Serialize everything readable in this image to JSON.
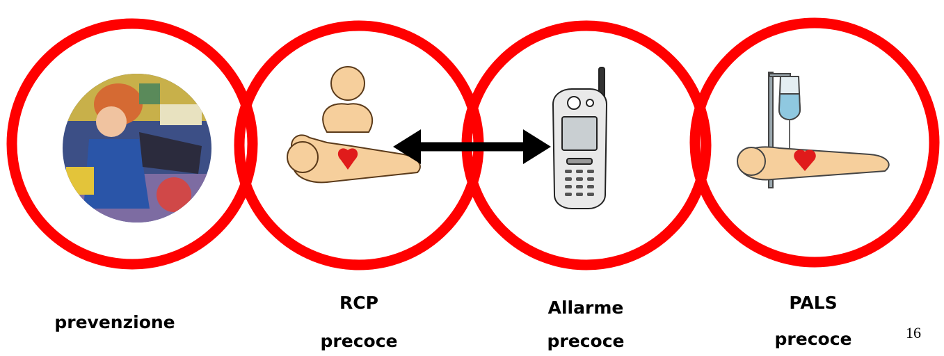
{
  "colors": {
    "ring": "#ff0000",
    "arrow": "#000000",
    "skin": "#f6cf9c",
    "heart": "#e01b1b",
    "phone_body": "#e9e9e9",
    "phone_screen": "#c9cfd2",
    "iv_fluid": "#8fc8e0"
  },
  "labels": {
    "prevention": "prevenzione",
    "rcp_line1": "RCP",
    "rcp_line2": "precoce",
    "alarm_line1": "Allarme",
    "alarm_line2": "precoce",
    "pals_line1": "PALS",
    "pals_line2": "precoce"
  },
  "page_number": "16",
  "icons": {
    "stage1": "child-photo",
    "stage2": "cpr-mannequin-icon",
    "stage3": "mobile-phone-icon",
    "stage4": "iv-drip-patient-icon"
  }
}
